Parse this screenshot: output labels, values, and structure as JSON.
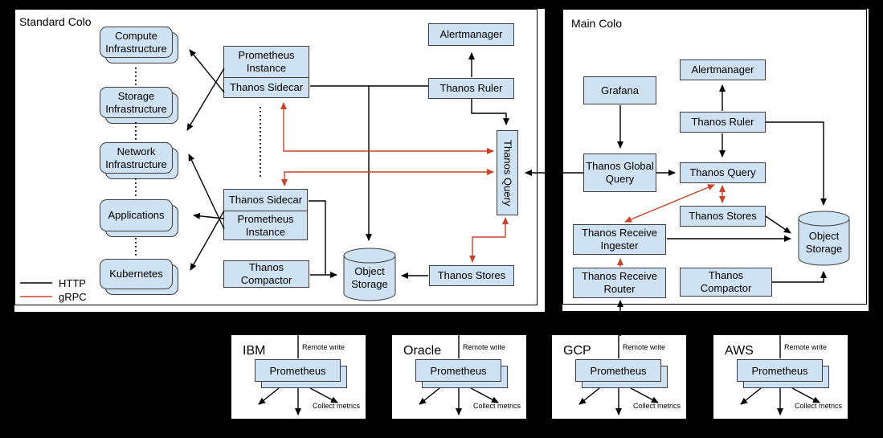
{
  "colors": {
    "background": "#000000",
    "panel": "#ffffff",
    "node_fill": "#cfe2f3",
    "node_border": "#3d3d3d",
    "http_line": "#000000",
    "grpc_line": "#c7432b"
  },
  "legend": {
    "http": "HTTP",
    "grpc": "gRPC"
  },
  "standard_colo": {
    "title": "Standard Colo",
    "compute": "Compute Infrastructure",
    "storage": "Storage Infrastructure",
    "network": "Network Infrastructure",
    "applications": "Applications",
    "kubernetes": "Kubernetes",
    "prometheus_instance_1": "Prometheus Instance",
    "thanos_sidecar_1": "Thanos Sidecar",
    "thanos_sidecar_2": "Thanos Sidecar",
    "prometheus_instance_2": "Prometheus Instance",
    "thanos_compactor": "Thanos Compactor",
    "alertmanager": "Alertmanager",
    "thanos_ruler": "Thanos Ruler",
    "thanos_query": "Thanos Query",
    "thanos_stores": "Thanos Stores",
    "object_storage": "Object Storage"
  },
  "main_colo": {
    "title": "Main Colo",
    "grafana": "Grafana",
    "alertmanager": "Alertmanager",
    "thanos_ruler": "Thanos Ruler",
    "thanos_global_query": "Thanos Global Query",
    "thanos_query": "Thanos Query",
    "thanos_stores": "Thanos Stores",
    "thanos_receive_ingester": "Thanos Receive Ingester",
    "thanos_receive_router": "Thanos Receive Router",
    "thanos_compactor": "Thanos Compactor",
    "object_storage": "Object Storage"
  },
  "providers": [
    {
      "name": "IBM",
      "remote_write": "Remote write",
      "prometheus": "Prometheus",
      "collect_metrics": "Collect metrics"
    },
    {
      "name": "Oracle",
      "remote_write": "Remote write",
      "prometheus": "Prometheus",
      "collect_metrics": "Collect metrics"
    },
    {
      "name": "GCP",
      "remote_write": "Remote write",
      "prometheus": "Prometheus",
      "collect_metrics": "Collect metrics"
    },
    {
      "name": "AWS",
      "remote_write": "Remote write",
      "prometheus": "Prometheus",
      "collect_metrics": "Collect metrics"
    }
  ]
}
